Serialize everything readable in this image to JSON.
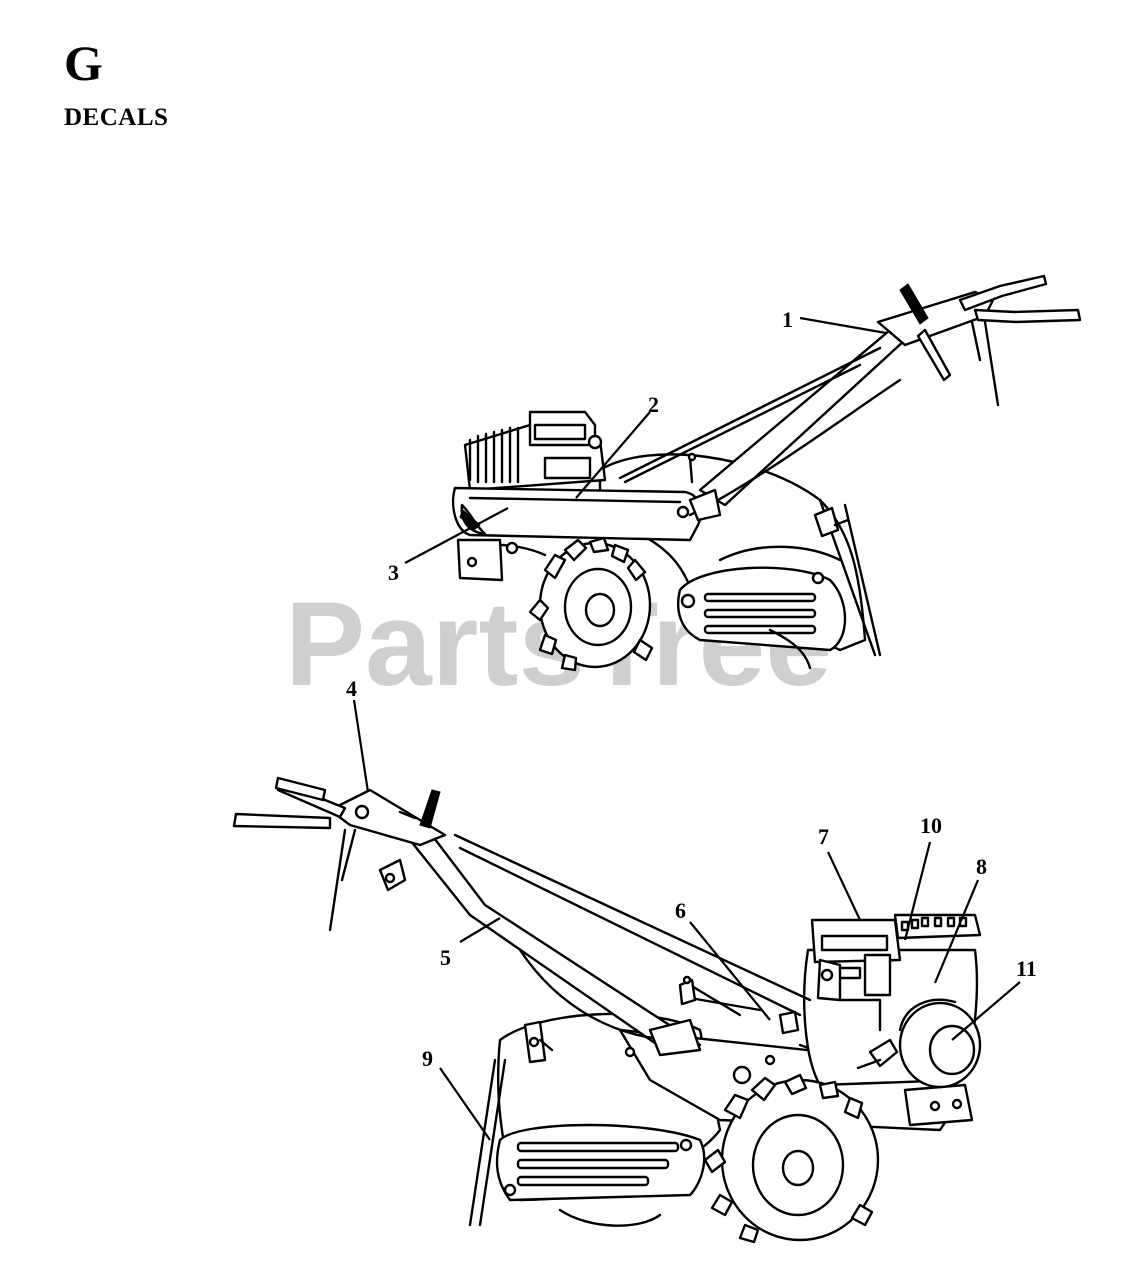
{
  "header": {
    "section_letter": "G",
    "section_title": "DECALS"
  },
  "watermark": {
    "text": "PartsTree",
    "trademark": "™"
  },
  "callouts": [
    {
      "label": "1"
    },
    {
      "label": "2"
    },
    {
      "label": "3"
    },
    {
      "label": "4"
    },
    {
      "label": "5"
    },
    {
      "label": "6"
    },
    {
      "label": "7"
    },
    {
      "label": "8"
    },
    {
      "label": "9"
    },
    {
      "label": "10"
    },
    {
      "label": "11"
    }
  ]
}
